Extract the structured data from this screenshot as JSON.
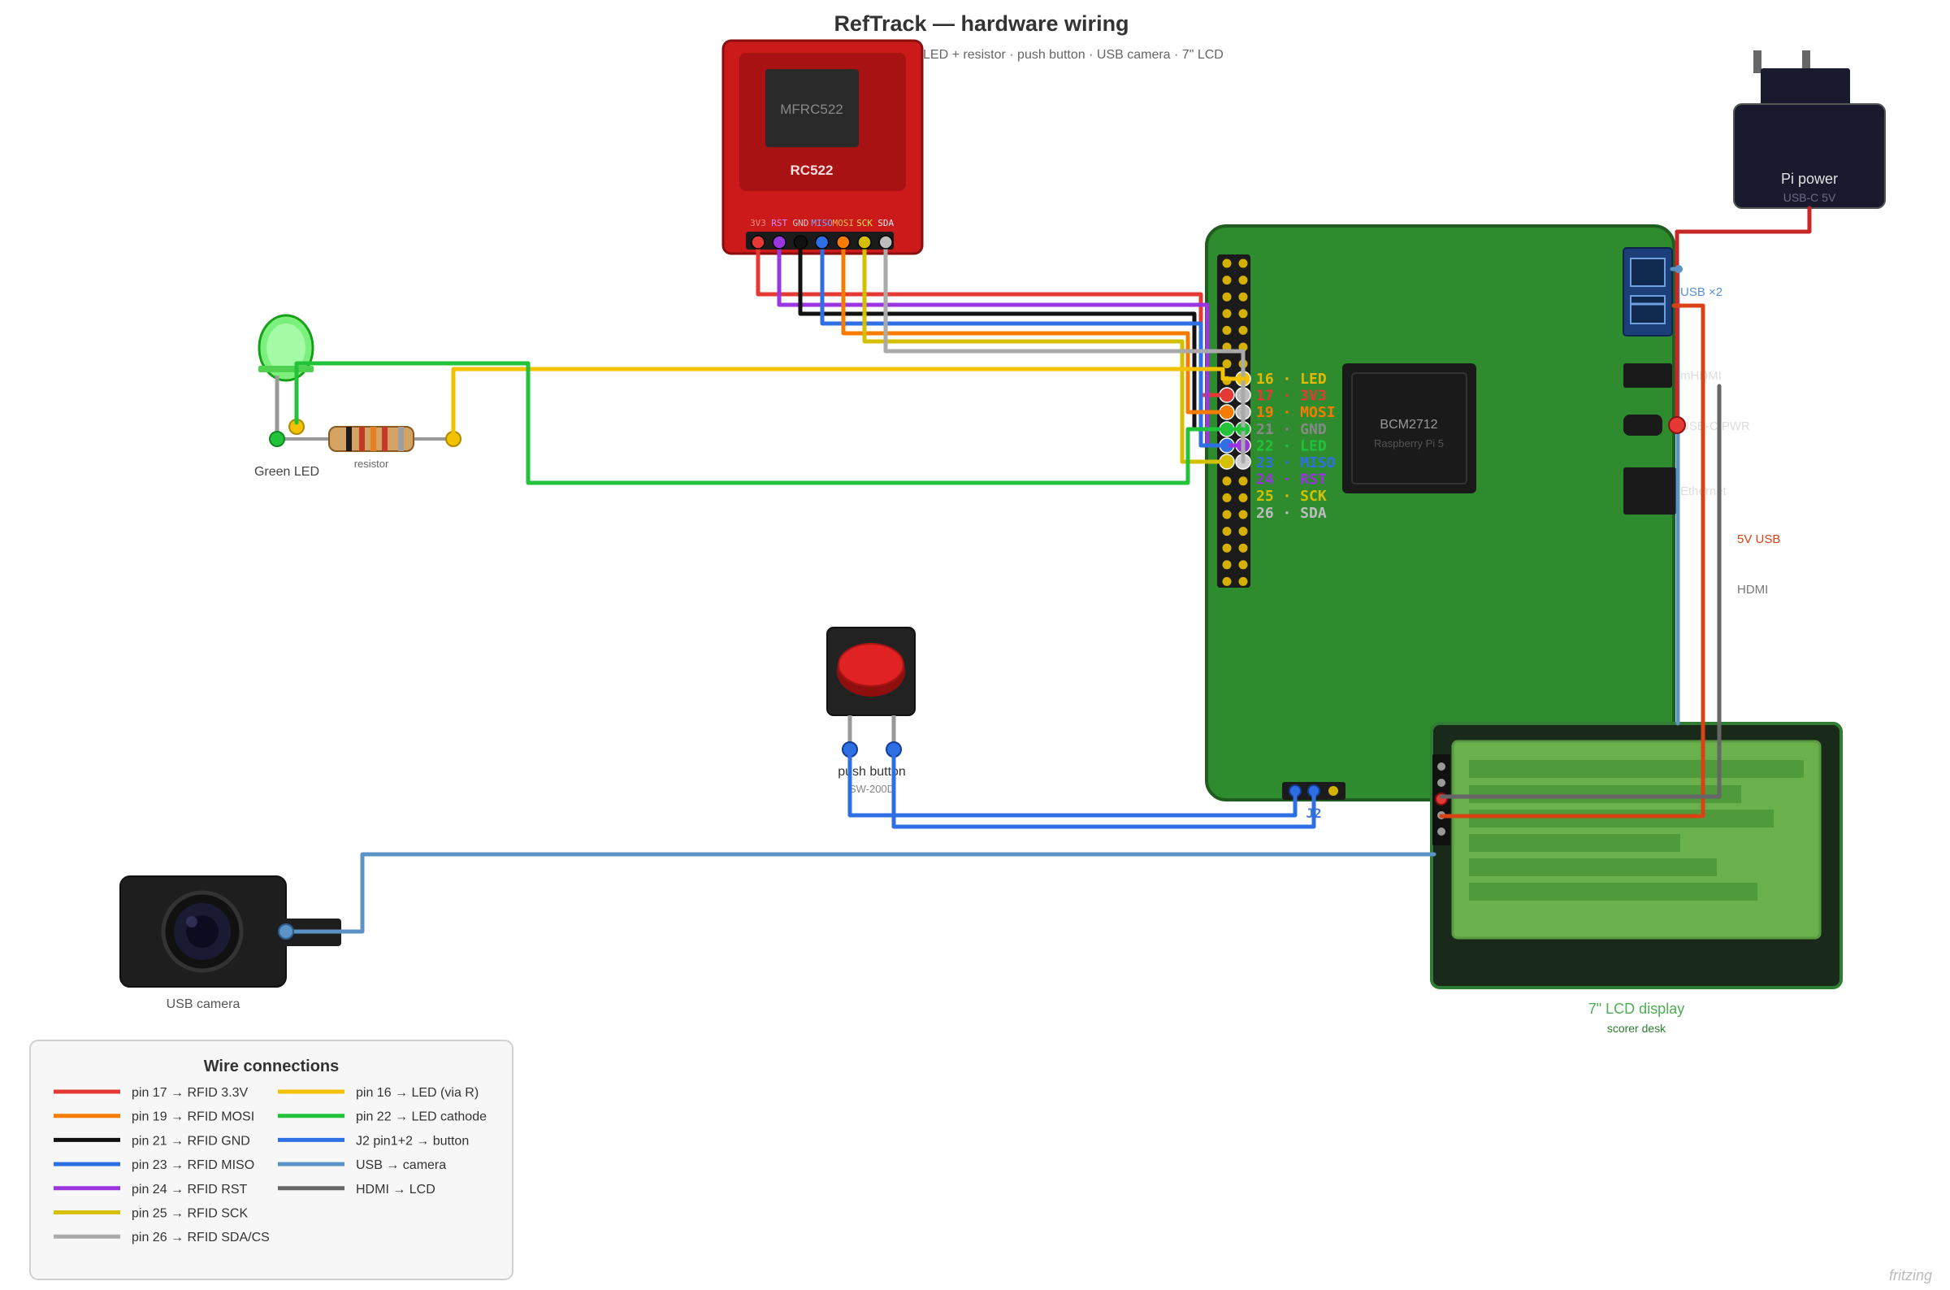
{
  "title": "RefTrack — hardware wiring",
  "subtitle": "Raspberry Pi 5 · RFID RC522 · LED + resistor · push button · USB camera · 7\" LCD",
  "rfid": {
    "chip_label": "MFRC522",
    "board_label": "RC522",
    "pins": [
      "3V3",
      "RST",
      "GND",
      "MISO",
      "MOSI",
      "SCK",
      "SDA"
    ]
  },
  "pi": {
    "soc_label": "BCM2712",
    "soc_sub": "Raspberry Pi 5",
    "pin_labels": [
      {
        "num": "16",
        "name": "LED",
        "color": "#e6b800"
      },
      {
        "num": "17",
        "name": "3V3",
        "color": "#e53935"
      },
      {
        "num": "19",
        "name": "MOSI",
        "color": "#f57c00"
      },
      {
        "num": "21",
        "name": "GND",
        "color": "#888888"
      },
      {
        "num": "22",
        "name": "LED",
        "color": "#22c33a"
      },
      {
        "num": "23",
        "name": "MISO",
        "color": "#2f6fe4"
      },
      {
        "num": "24",
        "name": "RST",
        "color": "#9a35e0"
      },
      {
        "num": "25",
        "name": "SCK",
        "color": "#d4c000"
      },
      {
        "num": "26",
        "name": "SDA",
        "color": "#bdbdbd"
      }
    ],
    "j2_label": "J2",
    "port_labels": {
      "usb": "USB ×2",
      "mhdmi": "mHDMI",
      "usbc": "USB-C PWR",
      "ethernet": "Ethernet"
    }
  },
  "power": {
    "label": "Pi power",
    "sub": "USB-C 5V"
  },
  "led": {
    "label": "Green LED"
  },
  "resistor": {
    "label": "resistor"
  },
  "button": {
    "label": "push button",
    "sub": "SW-200D"
  },
  "camera": {
    "label": "USB camera"
  },
  "lcd": {
    "label": "7\" LCD display",
    "sub": "scorer desk"
  },
  "cable_labels": {
    "usb5v": "5V USB",
    "hdmi": "HDMI"
  },
  "legend": {
    "title": "Wire connections",
    "left": [
      {
        "text": "pin 17 → RFID 3.3V",
        "color": "#e53935"
      },
      {
        "text": "pin 19 → RFID MOSI",
        "color": "#f57c00"
      },
      {
        "text": "pin 21 → RFID GND",
        "color": "#111111"
      },
      {
        "text": "pin 23 → RFID MISO",
        "color": "#2f6fe4"
      },
      {
        "text": "pin 24 → RFID RST",
        "color": "#9a35e0"
      },
      {
        "text": "pin 25 → RFID SCK",
        "color": "#d4c000"
      },
      {
        "text": "pin 26 → RFID SDA/CS",
        "color": "#aaaaaa"
      }
    ],
    "right": [
      {
        "text": "pin 16 → LED (via R)",
        "color": "#f2c200"
      },
      {
        "text": "pin 22 → LED cathode",
        "color": "#22c33a"
      },
      {
        "text": "J2 pin1+2 → button",
        "color": "#2f6fe4"
      },
      {
        "text": "USB → camera",
        "color": "#5b93c7"
      },
      {
        "text": "HDMI → LCD",
        "color": "#666666"
      }
    ]
  },
  "watermark": "fritzing"
}
